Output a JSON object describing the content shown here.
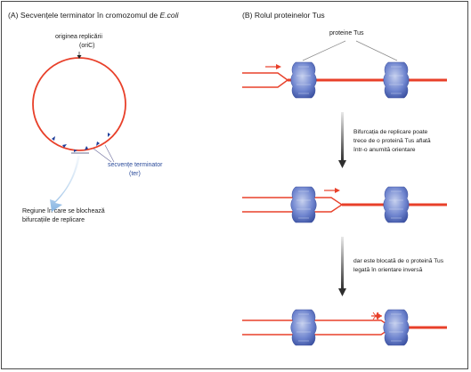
{
  "panelA": {
    "title_prefix": "(A) Secvențele terminator în cromozomul de ",
    "title_species": "E.coli",
    "origin_label_line1": "originea replicării",
    "origin_label_line2": "(oriC)",
    "terminator_label_line1": "secvențe terminator",
    "terminator_label_line2": "(ter)",
    "block_region_line1": "Regiune în care se blochează",
    "block_region_line2": "bifurcațiile de replicare"
  },
  "panelB": {
    "title": "(B) Rolul proteinelor Tus",
    "tus_label": "proteine Tus",
    "note1_line1": "Bifurcația de replicare poate",
    "note1_line2": "trece de o proteină Tus aflată",
    "note1_line3": "într-o anumită orientare",
    "note2_line1": "dar este blocată de o proteină Tus",
    "note2_line2": "legată în orientare inversă"
  },
  "colors": {
    "dna": "#e8402a",
    "terminator": "#1f3f9a",
    "tus_protein": "#5a75c8",
    "arrow_gray": "#3a3a3a",
    "glow": "#9cc2e6"
  }
}
